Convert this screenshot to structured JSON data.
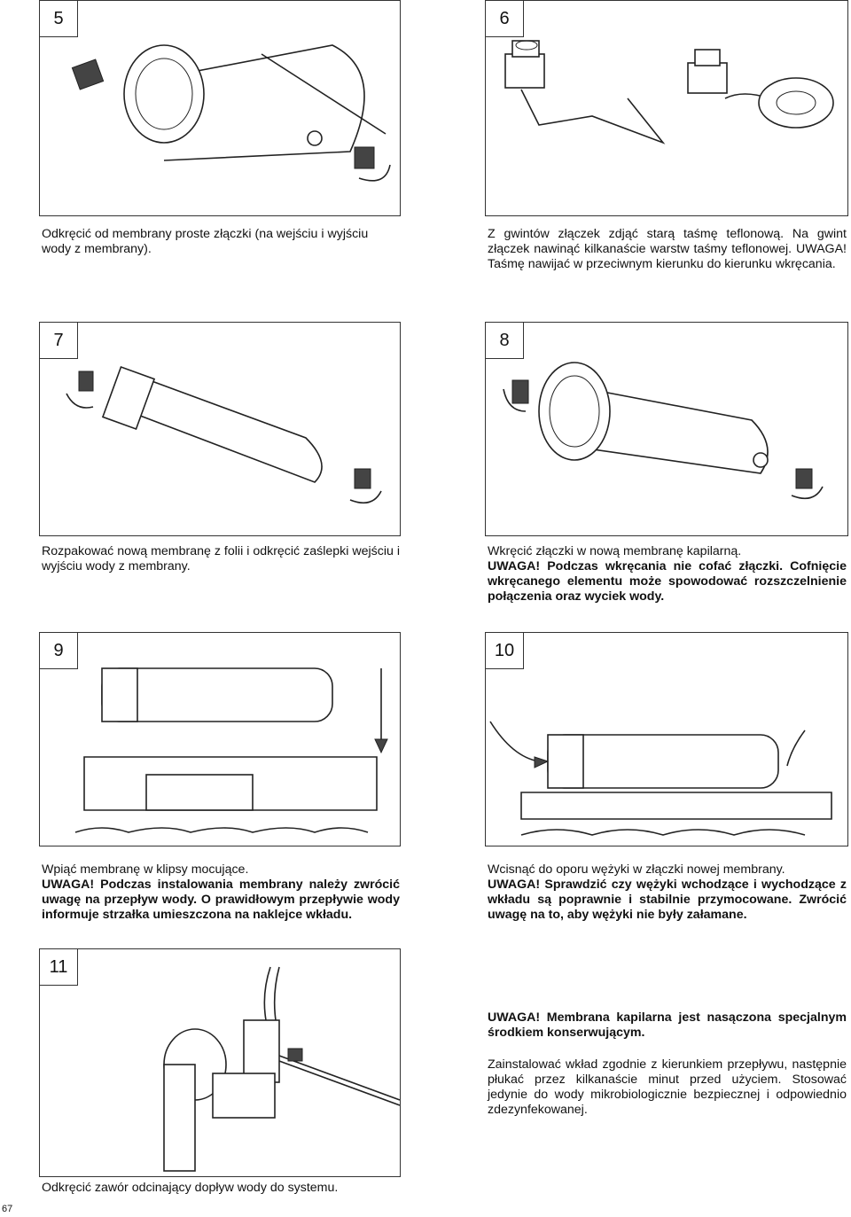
{
  "steps": [
    {
      "num": "5",
      "caption": "Odkręcić od membrany proste złączki (na wejściu i wyjściu wody z membrany)."
    },
    {
      "num": "6",
      "caption": "Z gwintów złączek zdjąć starą taśmę teflonową. Na gwint złączek nawinąć kilkanaście warstw taśmy teflonowej.",
      "warn": "UWAGA! Taśmę nawijać w przeciwnym kierunku do kierunku wkręcania."
    },
    {
      "num": "7",
      "caption": "Rozpakować nową membranę z folii i odkręcić zaślepki wejściu i wyjściu wody z membrany."
    },
    {
      "num": "8",
      "caption": "Wkręcić złączki w nową membranę kapilarną.",
      "warn": "UWAGA! Podczas wkręcania nie cofać złączki. Cofnięcie wkręcanego elementu może spowodować rozszczelnienie połączenia oraz wyciek wody."
    },
    {
      "num": "9",
      "caption": "Wpiąć membranę w klipsy mocujące.",
      "warn": "UWAGA! Podczas instalowania membrany należy zwrócić uwagę na przepływ wody. O prawidłowym przepływie wody informuje strzałka umieszczona na naklejce wkładu."
    },
    {
      "num": "10",
      "caption": "Wcisnąć do oporu wężyki w złączki nowej membrany.",
      "warn": "UWAGA! Sprawdzić czy wężyki wchodzące i wychodzące z wkładu są poprawnie i stabilnie przymocowane. Zwrócić uwagę na to, aby wężyki nie były załamane."
    },
    {
      "num": "11",
      "caption": "Odkręcić zawór odcinający dopływ wody do systemu."
    }
  ],
  "notes": {
    "warn": "UWAGA! Membrana kapilarna jest nasączona specjalnym środkiem konserwującym.",
    "para": "Zainstalować wkład zgodnie z kierunkiem przepływu, następnie płukać przez kilkanaście minut przed użyciem. Stosować jedynie do wody mikrobiologicznie bezpiecznej i odpowiednio zdezynfekowanej."
  },
  "page_number": "67"
}
